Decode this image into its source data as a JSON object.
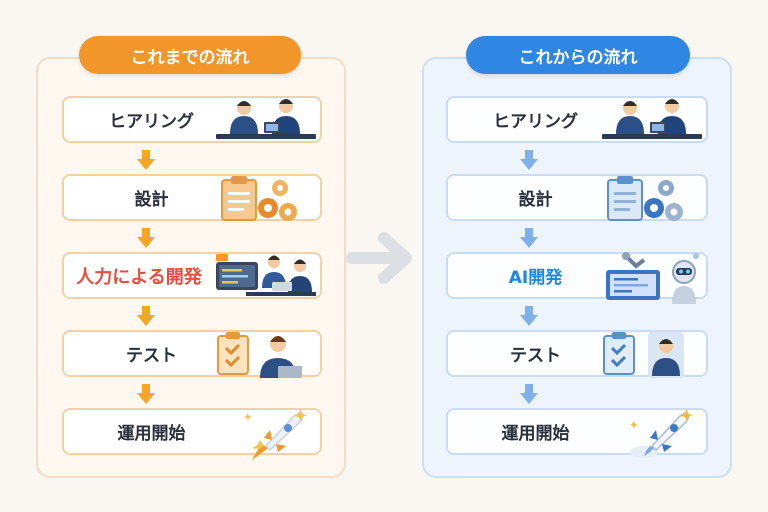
{
  "old_flow": {
    "title": "これまでの流れ",
    "steps": [
      {
        "label": "ヒアリング",
        "icon": "meeting-people-icon"
      },
      {
        "label": "設計",
        "icon": "clipboard-gears-icon"
      },
      {
        "label": "人力による開発",
        "icon": "developers-coding-icon"
      },
      {
        "label": "テスト",
        "icon": "checklist-tester-icon"
      },
      {
        "label": "運用開始",
        "icon": "rocket-icon"
      }
    ]
  },
  "new_flow": {
    "title": "これからの流れ",
    "steps": [
      {
        "label": "ヒアリング",
        "icon": "meeting-people-icon"
      },
      {
        "label": "設計",
        "icon": "clipboard-gears-icon"
      },
      {
        "label": "AI開発",
        "icon": "robot-ai-icon"
      },
      {
        "label": "テスト",
        "icon": "checklist-tester-icon"
      },
      {
        "label": "運用開始",
        "icon": "rocket-icon"
      }
    ]
  },
  "colors": {
    "old_accent": "#f2962a",
    "new_accent": "#2f86e3",
    "old_highlight_text": "#e74c3c",
    "new_highlight_text": "#1e87e0"
  },
  "transition_icon": "right-arrow-icon"
}
